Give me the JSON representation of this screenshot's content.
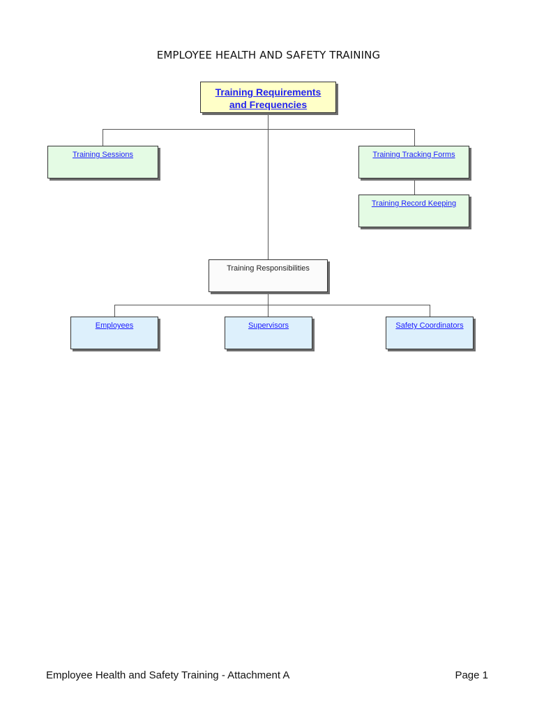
{
  "title": "EMPLOYEE HEALTH AND SAFETY TRAINING",
  "root_node": {
    "line1": "Training Requirements",
    "line2": "and Frequencies"
  },
  "level1": {
    "training_sessions": "Training Sessions",
    "training_tracking_forms": "Training Tracking Forms",
    "training_record_keeping": "Training Record Keeping",
    "training_responsibilities": "Training Responsibilities"
  },
  "responsibilities": {
    "employees": "Employees",
    "supervisors": "Supervisors",
    "safety_coordinators": "Safety Coordinators"
  },
  "footer": {
    "left": "Employee Health and Safety Training - Attachment A",
    "right": "Page 1"
  },
  "colors": {
    "root_fill": "#ffffc8",
    "green_fill": "#e4fbe4",
    "blue_fill": "#ddf0fc",
    "link": "#1a1aff"
  }
}
